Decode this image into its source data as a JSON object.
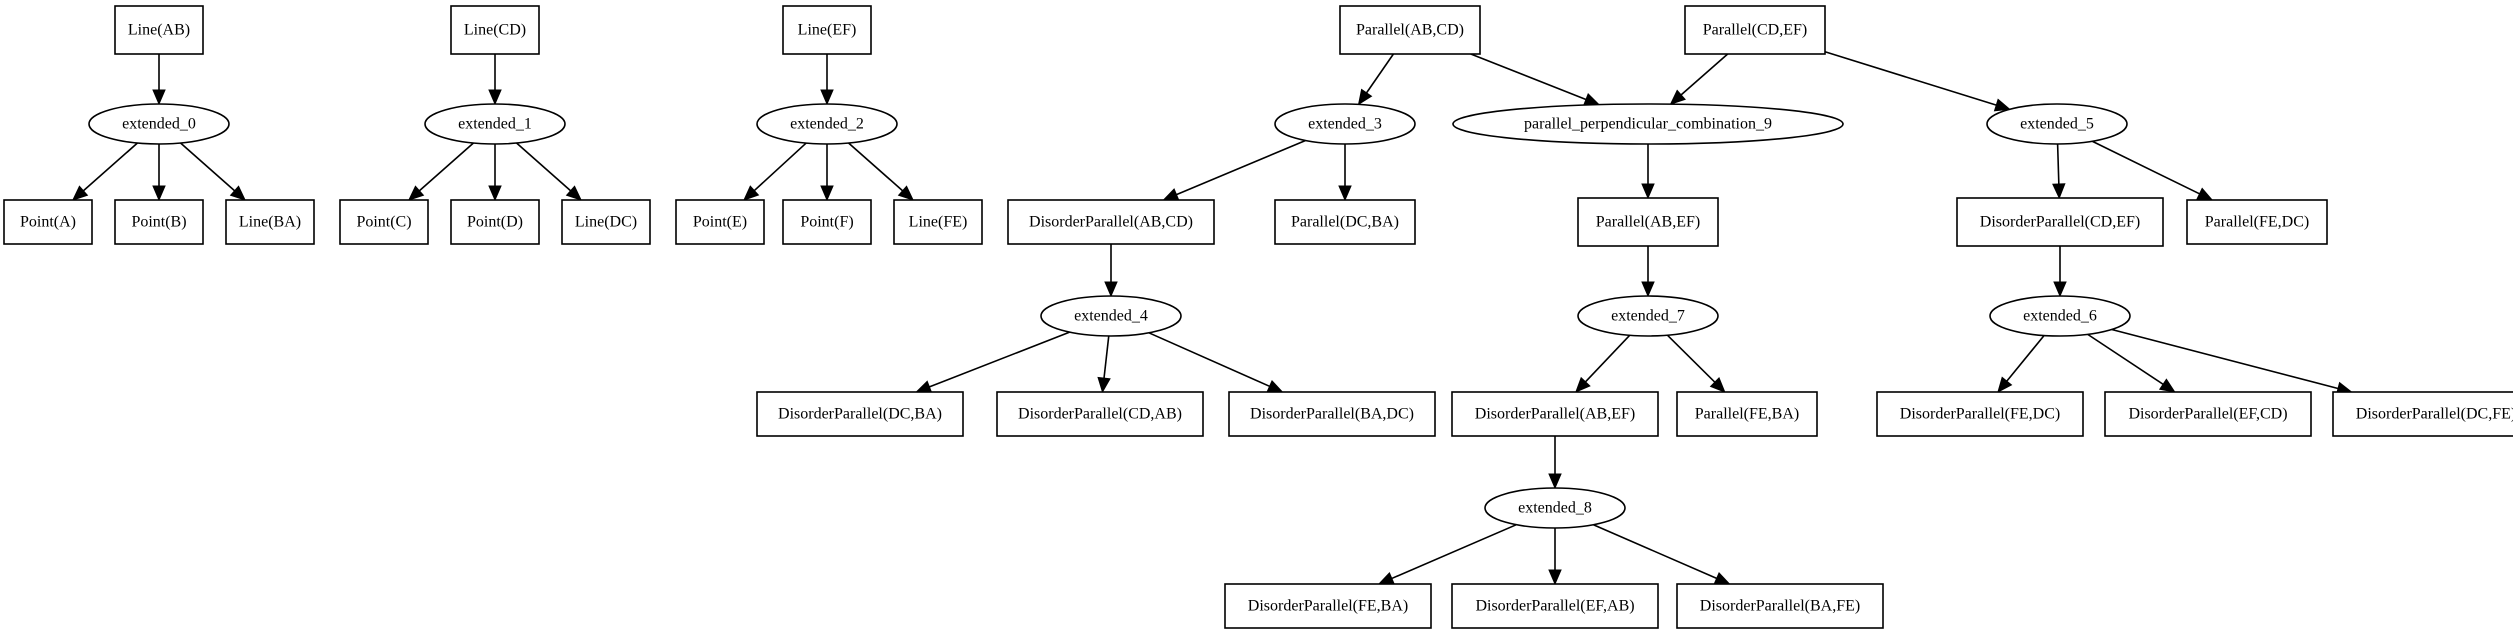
{
  "nodes": [
    {
      "id": "line_ab",
      "shape": "box",
      "label": "Line(AB)"
    },
    {
      "id": "ext_0",
      "shape": "ellipse",
      "label": "extended_0"
    },
    {
      "id": "point_a",
      "shape": "box",
      "label": "Point(A)"
    },
    {
      "id": "point_b",
      "shape": "box",
      "label": "Point(B)"
    },
    {
      "id": "line_ba",
      "shape": "box",
      "label": "Line(BA)"
    },
    {
      "id": "line_cd",
      "shape": "box",
      "label": "Line(CD)"
    },
    {
      "id": "ext_1",
      "shape": "ellipse",
      "label": "extended_1"
    },
    {
      "id": "point_c",
      "shape": "box",
      "label": "Point(C)"
    },
    {
      "id": "point_d",
      "shape": "box",
      "label": "Point(D)"
    },
    {
      "id": "line_dc",
      "shape": "box",
      "label": "Line(DC)"
    },
    {
      "id": "line_ef",
      "shape": "box",
      "label": "Line(EF)"
    },
    {
      "id": "ext_2",
      "shape": "ellipse",
      "label": "extended_2"
    },
    {
      "id": "point_e",
      "shape": "box",
      "label": "Point(E)"
    },
    {
      "id": "point_f",
      "shape": "box",
      "label": "Point(F)"
    },
    {
      "id": "line_fe",
      "shape": "box",
      "label": "Line(FE)"
    },
    {
      "id": "par_ab_cd",
      "shape": "box",
      "label": "Parallel(AB,CD)"
    },
    {
      "id": "ext_3",
      "shape": "ellipse",
      "label": "extended_3"
    },
    {
      "id": "dpar_ab_cd",
      "shape": "box",
      "label": "DisorderParallel(AB,CD)"
    },
    {
      "id": "par_dc_ba",
      "shape": "box",
      "label": "Parallel(DC,BA)"
    },
    {
      "id": "ext_4",
      "shape": "ellipse",
      "label": "extended_4"
    },
    {
      "id": "dpar_dc_ba",
      "shape": "box",
      "label": "DisorderParallel(DC,BA)"
    },
    {
      "id": "dpar_cd_ab",
      "shape": "box",
      "label": "DisorderParallel(CD,AB)"
    },
    {
      "id": "dpar_ba_dc",
      "shape": "box",
      "label": "DisorderParallel(BA,DC)"
    },
    {
      "id": "ppc_9",
      "shape": "ellipse",
      "label": "parallel_perpendicular_combination_9"
    },
    {
      "id": "par_ab_ef",
      "shape": "box",
      "label": "Parallel(AB,EF)"
    },
    {
      "id": "ext_7",
      "shape": "ellipse",
      "label": "extended_7"
    },
    {
      "id": "dpar_ab_ef",
      "shape": "box",
      "label": "DisorderParallel(AB,EF)"
    },
    {
      "id": "par_fe_ba",
      "shape": "box",
      "label": "Parallel(FE,BA)"
    },
    {
      "id": "ext_8",
      "shape": "ellipse",
      "label": "extended_8"
    },
    {
      "id": "dpar_fe_ba",
      "shape": "box",
      "label": "DisorderParallel(FE,BA)"
    },
    {
      "id": "dpar_ef_ab",
      "shape": "box",
      "label": "DisorderParallel(EF,AB)"
    },
    {
      "id": "dpar_ba_fe",
      "shape": "box",
      "label": "DisorderParallel(BA,FE)"
    },
    {
      "id": "par_cd_ef",
      "shape": "box",
      "label": "Parallel(CD,EF)"
    },
    {
      "id": "ext_5",
      "shape": "ellipse",
      "label": "extended_5"
    },
    {
      "id": "dpar_cd_ef",
      "shape": "box",
      "label": "DisorderParallel(CD,EF)"
    },
    {
      "id": "par_fe_dc",
      "shape": "box",
      "label": "Parallel(FE,DC)"
    },
    {
      "id": "ext_6",
      "shape": "ellipse",
      "label": "extended_6"
    },
    {
      "id": "dpar_fe_dc",
      "shape": "box",
      "label": "DisorderParallel(FE,DC)"
    },
    {
      "id": "dpar_ef_cd",
      "shape": "box",
      "label": "DisorderParallel(EF,CD)"
    },
    {
      "id": "dpar_dc_fe",
      "shape": "box",
      "label": "DisorderParallel(DC,FE)"
    }
  ],
  "edges": [
    [
      "line_ab",
      "ext_0"
    ],
    [
      "ext_0",
      "point_a"
    ],
    [
      "ext_0",
      "point_b"
    ],
    [
      "ext_0",
      "line_ba"
    ],
    [
      "line_cd",
      "ext_1"
    ],
    [
      "ext_1",
      "point_c"
    ],
    [
      "ext_1",
      "point_d"
    ],
    [
      "ext_1",
      "line_dc"
    ],
    [
      "line_ef",
      "ext_2"
    ],
    [
      "ext_2",
      "point_e"
    ],
    [
      "ext_2",
      "point_f"
    ],
    [
      "ext_2",
      "line_fe"
    ],
    [
      "par_ab_cd",
      "ext_3"
    ],
    [
      "ext_3",
      "dpar_ab_cd"
    ],
    [
      "ext_3",
      "par_dc_ba"
    ],
    [
      "dpar_ab_cd",
      "ext_4"
    ],
    [
      "ext_4",
      "dpar_dc_ba"
    ],
    [
      "ext_4",
      "dpar_cd_ab"
    ],
    [
      "ext_4",
      "dpar_ba_dc"
    ],
    [
      "par_ab_cd",
      "ppc_9"
    ],
    [
      "par_cd_ef",
      "ppc_9"
    ],
    [
      "ppc_9",
      "par_ab_ef"
    ],
    [
      "par_ab_ef",
      "ext_7"
    ],
    [
      "ext_7",
      "dpar_ab_ef"
    ],
    [
      "ext_7",
      "par_fe_ba"
    ],
    [
      "dpar_ab_ef",
      "ext_8"
    ],
    [
      "ext_8",
      "dpar_fe_ba"
    ],
    [
      "ext_8",
      "dpar_ef_ab"
    ],
    [
      "ext_8",
      "dpar_ba_fe"
    ],
    [
      "par_cd_ef",
      "ext_5"
    ],
    [
      "ext_5",
      "dpar_cd_ef"
    ],
    [
      "ext_5",
      "par_fe_dc"
    ],
    [
      "dpar_cd_ef",
      "ext_6"
    ],
    [
      "ext_6",
      "dpar_fe_dc"
    ],
    [
      "ext_6",
      "dpar_ef_cd"
    ],
    [
      "ext_6",
      "dpar_dc_fe"
    ]
  ]
}
